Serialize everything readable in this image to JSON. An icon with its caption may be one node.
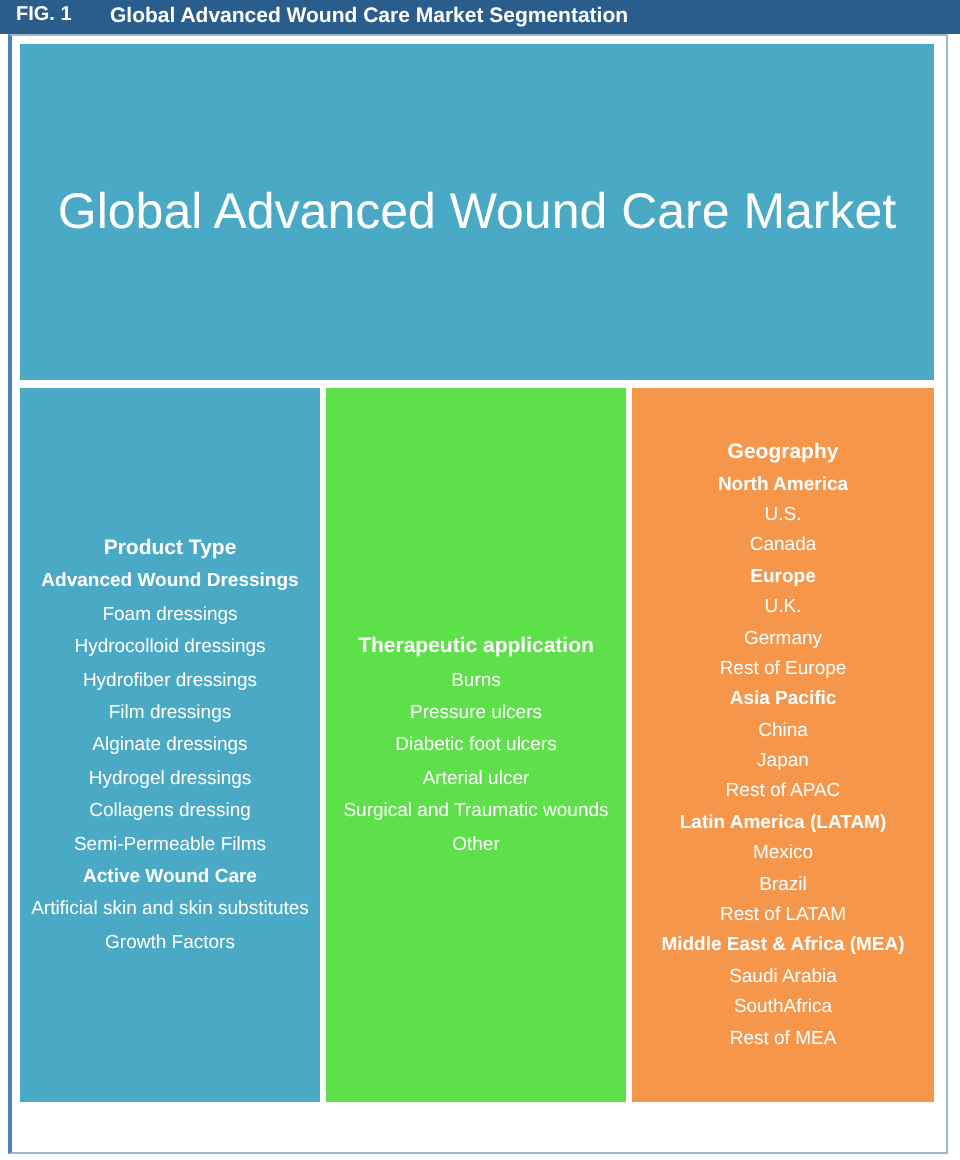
{
  "diagram": {
    "title": "Global Advanced Wound Care Market Segmentation",
    "labels": [
      "FIG. 1"
    ],
    "nodes": [
      {
        "text": [
          "Global Advanced Wound Care Market"
        ]
      },
      {
        "text": [
          "Product Type",
          "Advanced Wound Dressings",
          "Foam dressings",
          "Hydrocolloid dressings",
          "Hydrofiber dressings",
          "Film dressings",
          "Alginate dressings",
          "Hydrogel dressings",
          "Collagens dressing",
          "Semi-Permeable Films",
          "Active Wound Care",
          "Artificial skin and skin substitutes",
          "Growth Factors"
        ]
      },
      {
        "text": [
          "Therapeutic application",
          "Burns",
          "Pressure ulcers",
          "Diabetic foot ulcers",
          "Arterial ulcer",
          "Surgical and Traumatic wounds",
          "Other"
        ]
      },
      {
        "text": [
          "Geography",
          "North America",
          "U.S.",
          "Canada",
          "Europe",
          "U.K.",
          "Germany",
          "Rest of Europe",
          "Asia Pacific",
          "China",
          "Japan",
          "Rest of APAC",
          "Latin America (LATAM)",
          "Mexico",
          "Brazil",
          "Rest of LATAM",
          "Middle East & Africa (MEA)",
          "Saudi Arabia",
          "SouthAfrica",
          "Rest of MEA"
        ]
      }
    ],
    "edges": []
  }
}
